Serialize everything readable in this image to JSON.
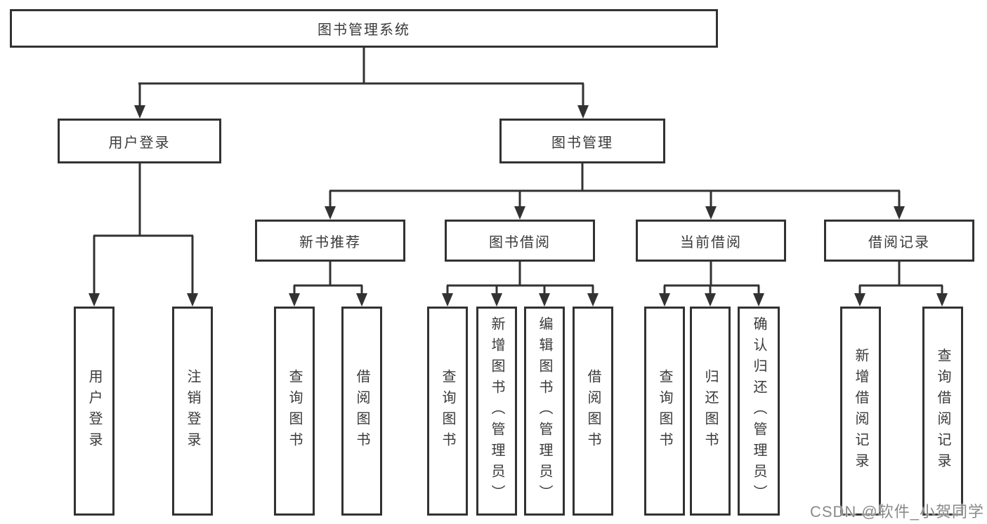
{
  "tree": {
    "root": {
      "label": "图书管理系统"
    },
    "branches": [
      {
        "label": "用户登录",
        "children": [
          {
            "label": "用户登录"
          },
          {
            "label": "注销登录"
          }
        ]
      },
      {
        "label": "图书管理",
        "children": [
          {
            "label": "新书推荐",
            "children": [
              {
                "label": "查询图书"
              },
              {
                "label": "借阅图书"
              }
            ]
          },
          {
            "label": "图书借阅",
            "children": [
              {
                "label": "查询图书"
              },
              {
                "label": "新增图书（管理员）"
              },
              {
                "label": "编辑图书（管理员）"
              },
              {
                "label": "借阅图书"
              }
            ]
          },
          {
            "label": "当前借阅",
            "children": [
              {
                "label": "查询图书"
              },
              {
                "label": "归还图书"
              },
              {
                "label": "确认归还（管理员）"
              }
            ]
          },
          {
            "label": "借阅记录",
            "children": [
              {
                "label": "新增借阅记录"
              },
              {
                "label": "查询借阅记录"
              }
            ]
          }
        ]
      }
    ]
  },
  "watermark": {
    "text": "CSDN @软件_小贺同学"
  },
  "colors": {
    "line": "#323232",
    "box_border": "#323232",
    "text": "#3a3a3a",
    "watermark": "#8a8a8a",
    "background": "#ffffff"
  }
}
